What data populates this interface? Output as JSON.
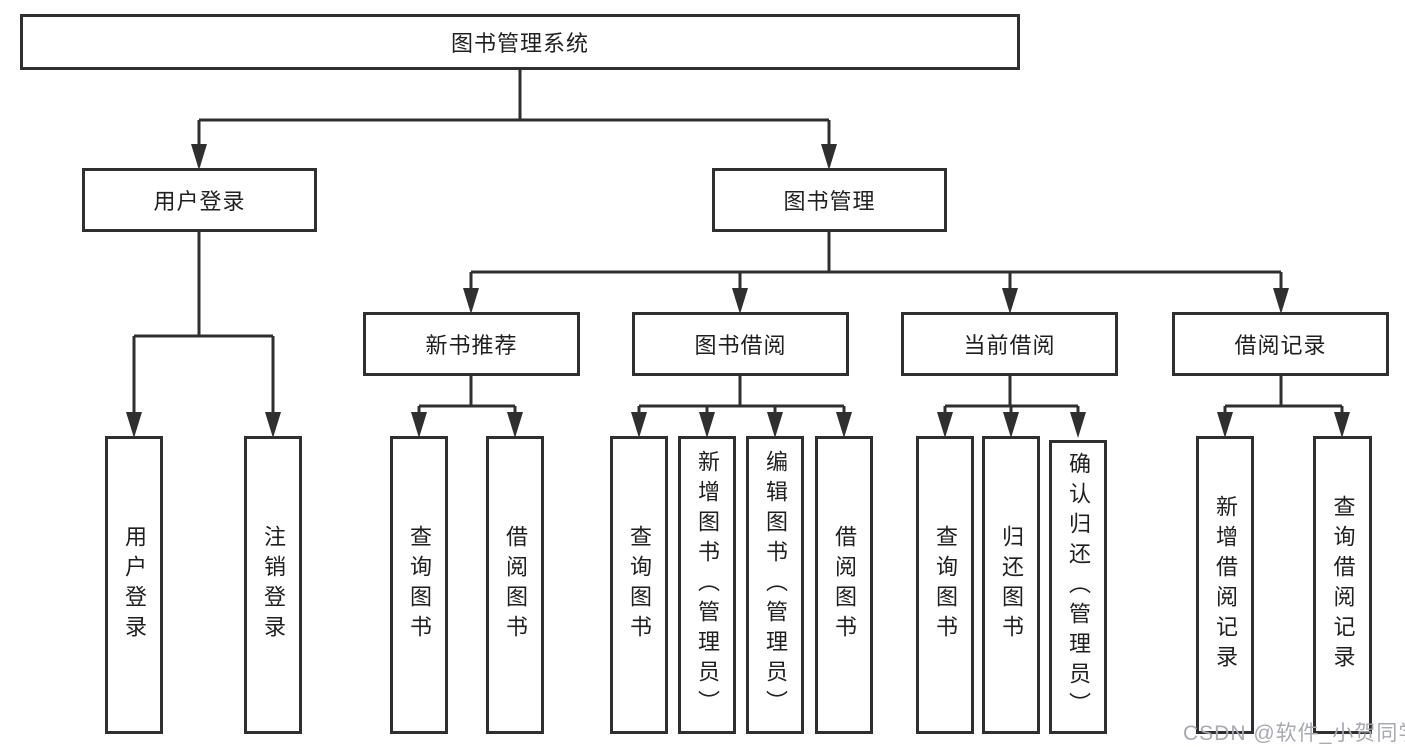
{
  "colors": {
    "line": "#2f2f2f",
    "text": "#1f1f1f",
    "background": "#ffffff",
    "watermark_text_color": "#a8aab2"
  },
  "nodes": {
    "root": "图书管理系统",
    "level2": [
      "用户登录",
      "图书管理"
    ],
    "level3": [
      "新书推荐",
      "图书借阅",
      "当前借阅",
      "借阅记录"
    ],
    "leaves_login": [
      "用户登录",
      "注销登录"
    ],
    "leaves_recommend": [
      "查询图书",
      "借阅图书"
    ],
    "leaves_borrow": [
      "查询图书",
      "新增图书（管理员）",
      "编辑图书（管理员）",
      "借阅图书"
    ],
    "leaves_current": [
      "查询图书",
      "归还图书",
      "确认归还（管理员）"
    ],
    "leaves_records": [
      "新增借阅记录",
      "查询借阅记录"
    ]
  },
  "watermark": "CSDN @软件_小贺同学"
}
